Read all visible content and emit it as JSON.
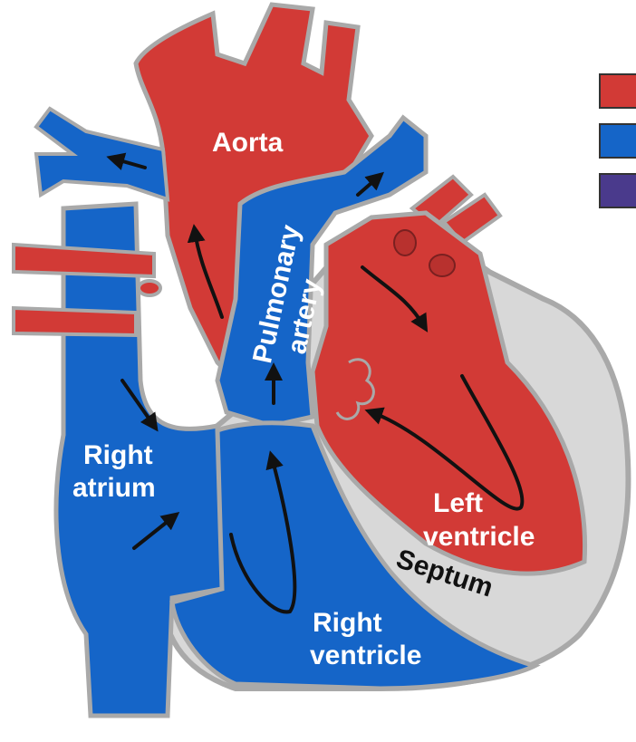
{
  "colors": {
    "oxygenated": "#d23a36",
    "deoxygenated": "#1565c8",
    "mixed": "#4a3a8c",
    "tissue": "#d8d8d8",
    "outline": "#a9a9a9",
    "arrow": "#111111",
    "label_light": "#ffffff",
    "label_dark": "#111111"
  },
  "labels": {
    "aorta": "Aorta",
    "pulmonary_1": "Pulmonary",
    "pulmonary_2": "artery",
    "right_atrium_1": "Right",
    "right_atrium_2": "atrium",
    "left_ventricle_1": "Left",
    "left_ventricle_2": "ventricle",
    "septum": "Septum",
    "right_ventricle_1": "Right",
    "right_ventricle_2": "ventricle"
  },
  "legend": {
    "swatches": [
      {
        "color_key": "oxygenated"
      },
      {
        "color_key": "deoxygenated"
      },
      {
        "color_key": "mixed"
      }
    ]
  }
}
